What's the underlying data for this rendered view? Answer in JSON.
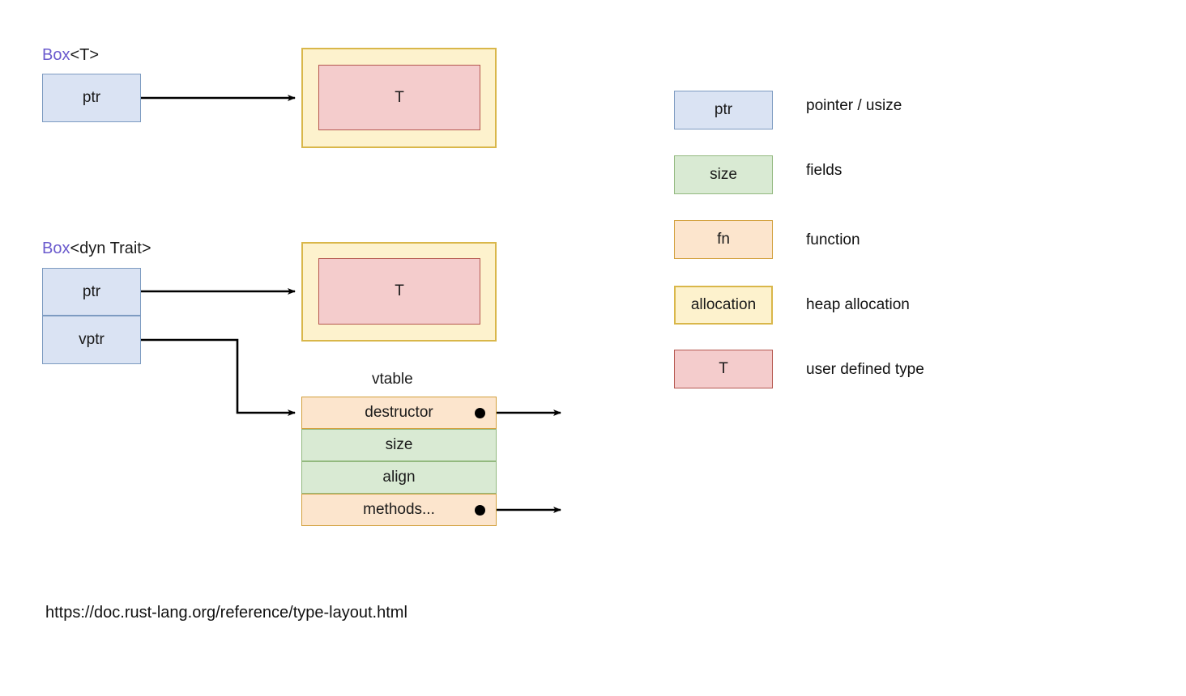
{
  "diagram": {
    "title_url": "https://doc.rust-lang.org/reference/type-layout.html",
    "colors": {
      "pointer": "#dae3f3",
      "pointer_border": "#7d9bc1",
      "fields": "#d9ead3",
      "fields_border": "#93b97f",
      "function": "#fce5cd",
      "function_border": "#d2a03c",
      "allocation": "#fdf2cd",
      "allocation_border": "#d9b74a",
      "user_type": "#f4cccc",
      "user_type_border": "#b5574f",
      "keyword": "#6a5acd",
      "arrow": "#000000"
    },
    "sections": [
      {
        "name": "box-t",
        "label_keyword": "Box",
        "label_rest": "<T>",
        "struct_cells": [
          "ptr"
        ],
        "allocation_label": "",
        "inner_type_label": "T"
      },
      {
        "name": "box-dyn-trait",
        "label_keyword": "Box",
        "label_rest": "<dyn Trait>",
        "struct_cells": [
          "ptr",
          "vptr"
        ],
        "allocation_label": "",
        "inner_type_label": "T"
      }
    ],
    "vtable": {
      "caption": "vtable",
      "rows": [
        {
          "label": "destructor",
          "kind": "function",
          "has_fn_pointer": true
        },
        {
          "label": "size",
          "kind": "fields",
          "has_fn_pointer": false
        },
        {
          "label": "align",
          "kind": "fields",
          "has_fn_pointer": false
        },
        {
          "label": "methods...",
          "kind": "function",
          "has_fn_pointer": true
        }
      ]
    },
    "legend": {
      "items": [
        {
          "swatch_label": "ptr",
          "kind": "pointer",
          "description": "pointer / usize"
        },
        {
          "swatch_label": "size",
          "kind": "fields",
          "description": "fields"
        },
        {
          "swatch_label": "fn",
          "kind": "function",
          "description": "function"
        },
        {
          "swatch_label": "allocation",
          "kind": "allocation",
          "description": "heap allocation"
        },
        {
          "swatch_label": "T",
          "kind": "user_type",
          "description": "user defined type"
        }
      ]
    }
  }
}
